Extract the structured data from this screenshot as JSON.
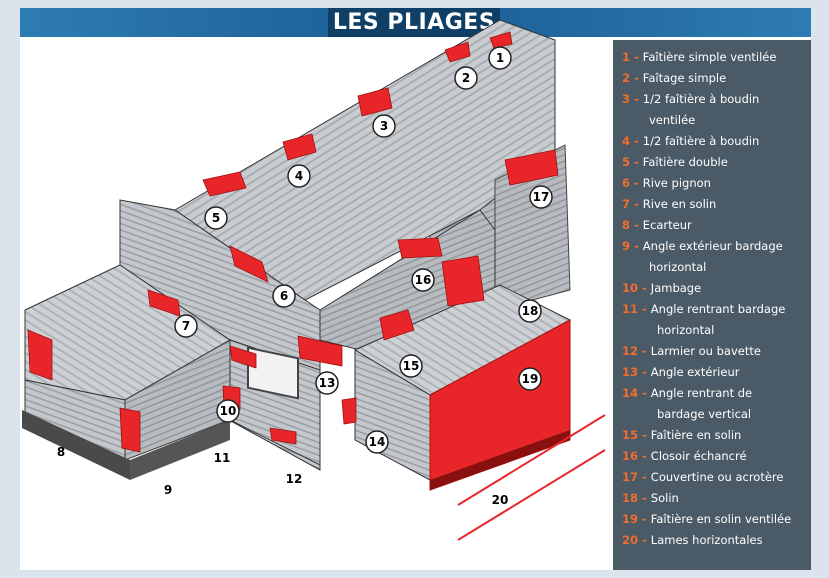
{
  "title": "LES PLIAGES",
  "legend": [
    {
      "num": "1",
      "lines": [
        "Faîtière simple ventilée"
      ]
    },
    {
      "num": "2",
      "lines": [
        "Faîtage simple"
      ]
    },
    {
      "num": "3",
      "lines": [
        "1/2 faîtière à boudin",
        "ventilée"
      ]
    },
    {
      "num": "4",
      "lines": [
        "1/2 faîtière à boudin"
      ]
    },
    {
      "num": "5",
      "lines": [
        "Faîtière double"
      ]
    },
    {
      "num": "6",
      "lines": [
        "Rive pignon"
      ]
    },
    {
      "num": "7",
      "lines": [
        "Rive en solin"
      ]
    },
    {
      "num": "8",
      "lines": [
        "Ecarteur"
      ]
    },
    {
      "num": "9",
      "lines": [
        "Angle extérieur bardage",
        "horizontal"
      ]
    },
    {
      "num": "10",
      "lines": [
        "Jambage"
      ]
    },
    {
      "num": "11",
      "lines": [
        "Angle rentrant bardage",
        "horizontal"
      ]
    },
    {
      "num": "12",
      "lines": [
        "Larmier ou bavette"
      ]
    },
    {
      "num": "13",
      "lines": [
        "Angle extérieur"
      ]
    },
    {
      "num": "14",
      "lines": [
        "Angle rentrant de",
        "bardage vertical"
      ]
    },
    {
      "num": "15",
      "lines": [
        "Faîtière en solin"
      ]
    },
    {
      "num": "16",
      "lines": [
        "Closoir échancré"
      ]
    },
    {
      "num": "17",
      "lines": [
        "Couvertine ou acrotère"
      ]
    },
    {
      "num": "18",
      "lines": [
        "Solin"
      ]
    },
    {
      "num": "19",
      "lines": [
        "Faîtière en solin ventilée"
      ]
    },
    {
      "num": "20",
      "lines": [
        "Lames horizontales"
      ]
    }
  ],
  "callouts_circled": [
    "1",
    "2",
    "3",
    "4",
    "5",
    "6",
    "7",
    "10",
    "13",
    "14",
    "15",
    "16",
    "17",
    "18",
    "19"
  ],
  "callouts_plain": [
    "8",
    "9",
    "11",
    "12",
    "20"
  ],
  "colors": {
    "accent": "#f26d2c",
    "flashing": "#e8262a",
    "panel": "#4a5a66",
    "header": "#1f6aa5"
  }
}
